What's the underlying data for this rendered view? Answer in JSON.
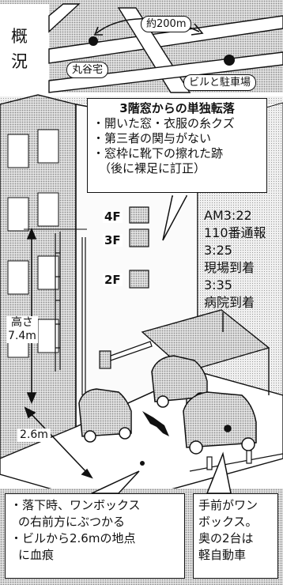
{
  "overview": {
    "label_line1": "概",
    "label_line2": "況",
    "distance": "約200m",
    "residence": "丸谷宅",
    "building": "ビルと駐車場"
  },
  "fall_summary": {
    "title": "3階窓からの単独転落",
    "points": [
      "・開いた窓・衣服の糸クズ",
      "・第三者の関与がない",
      "・窓枠に靴下の擦れた跡",
      "（後に裸足に訂正）"
    ]
  },
  "floors": [
    "4F",
    "3F",
    "2F"
  ],
  "timeline": [
    "AM3:22",
    "110番通報",
    "3:25",
    "現場到着",
    "3:35",
    "病院到着"
  ],
  "measurements": {
    "height_label": "高さ",
    "height_value": "7.4m",
    "distance_value": "2.6m"
  },
  "bottom_left": [
    "・落下時、ワンボックス",
    "の右前方にぶつかる",
    "・ビルから2.6mの地点",
    "に血痕"
  ],
  "bottom_right": [
    "手前がワン",
    "ボックス。",
    "奥の2台は",
    "軽自動車"
  ],
  "colors": {
    "screen_tone": "#cfcfcf",
    "ink": "#111111"
  }
}
